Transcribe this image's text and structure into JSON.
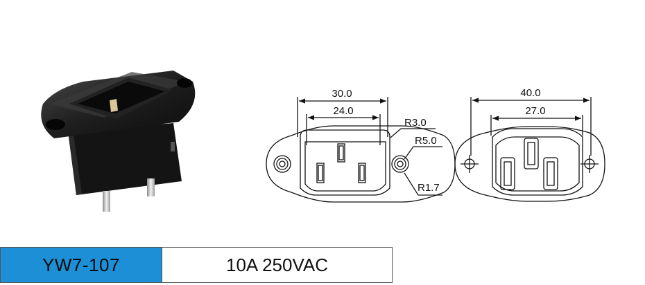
{
  "product": {
    "model": "YW7-107",
    "rating": "10A 250VAC"
  },
  "drawing": {
    "front_width": "30.0",
    "front_inner_width": "24.0",
    "radius_a": "R3.0",
    "radius_b": "R5.0",
    "radius_c": "R1.7",
    "back_width": "40.0",
    "back_inner_width": "27.0"
  }
}
